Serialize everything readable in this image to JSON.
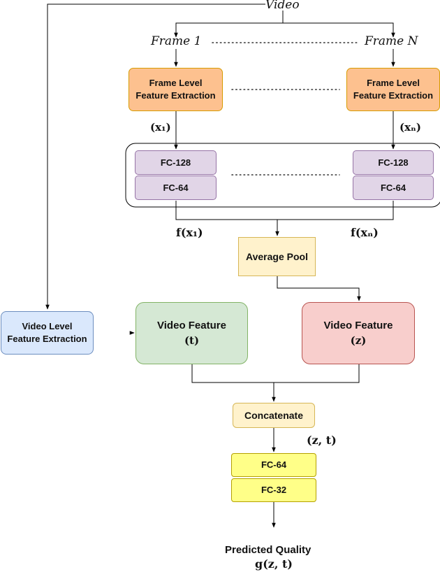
{
  "video": "Video",
  "frames": {
    "first": "Frame 1",
    "last": "Frame N"
  },
  "frame_extractor": {
    "line1": "Frame Level",
    "line2": "Feature Extraction"
  },
  "frame_features": {
    "first": "(x₁)",
    "last": "(xₙ)"
  },
  "fc_layers": {
    "top": "FC-128",
    "bottom": "FC-64"
  },
  "frame_outputs": {
    "first": "f(x₁)",
    "last": "f(xₙ)"
  },
  "average_pool": "Average Pool",
  "video_extractor": {
    "line1": "Video Level",
    "line2": "Feature Extraction"
  },
  "video_feature_t": {
    "title": "Video Feature",
    "symbol": "(t)"
  },
  "video_feature_z": {
    "title": "Video Feature",
    "symbol": "(z)"
  },
  "concatenate": "Concatenate",
  "concat_output": "(z, t)",
  "head_layers": {
    "top": "FC-64",
    "bottom": "FC-32"
  },
  "prediction": {
    "title": "Predicted Quality",
    "formula": "g(z, t)"
  },
  "colors": {
    "frame_extractor": "#fdc18f",
    "fc_layers": "#e1d5e7",
    "average_pool": "#fff2cc",
    "video_extractor": "#dae8fc",
    "video_feature_t": "#d5e8d4",
    "video_feature_z": "#f8cecc",
    "head_layers": "#ffff88"
  }
}
